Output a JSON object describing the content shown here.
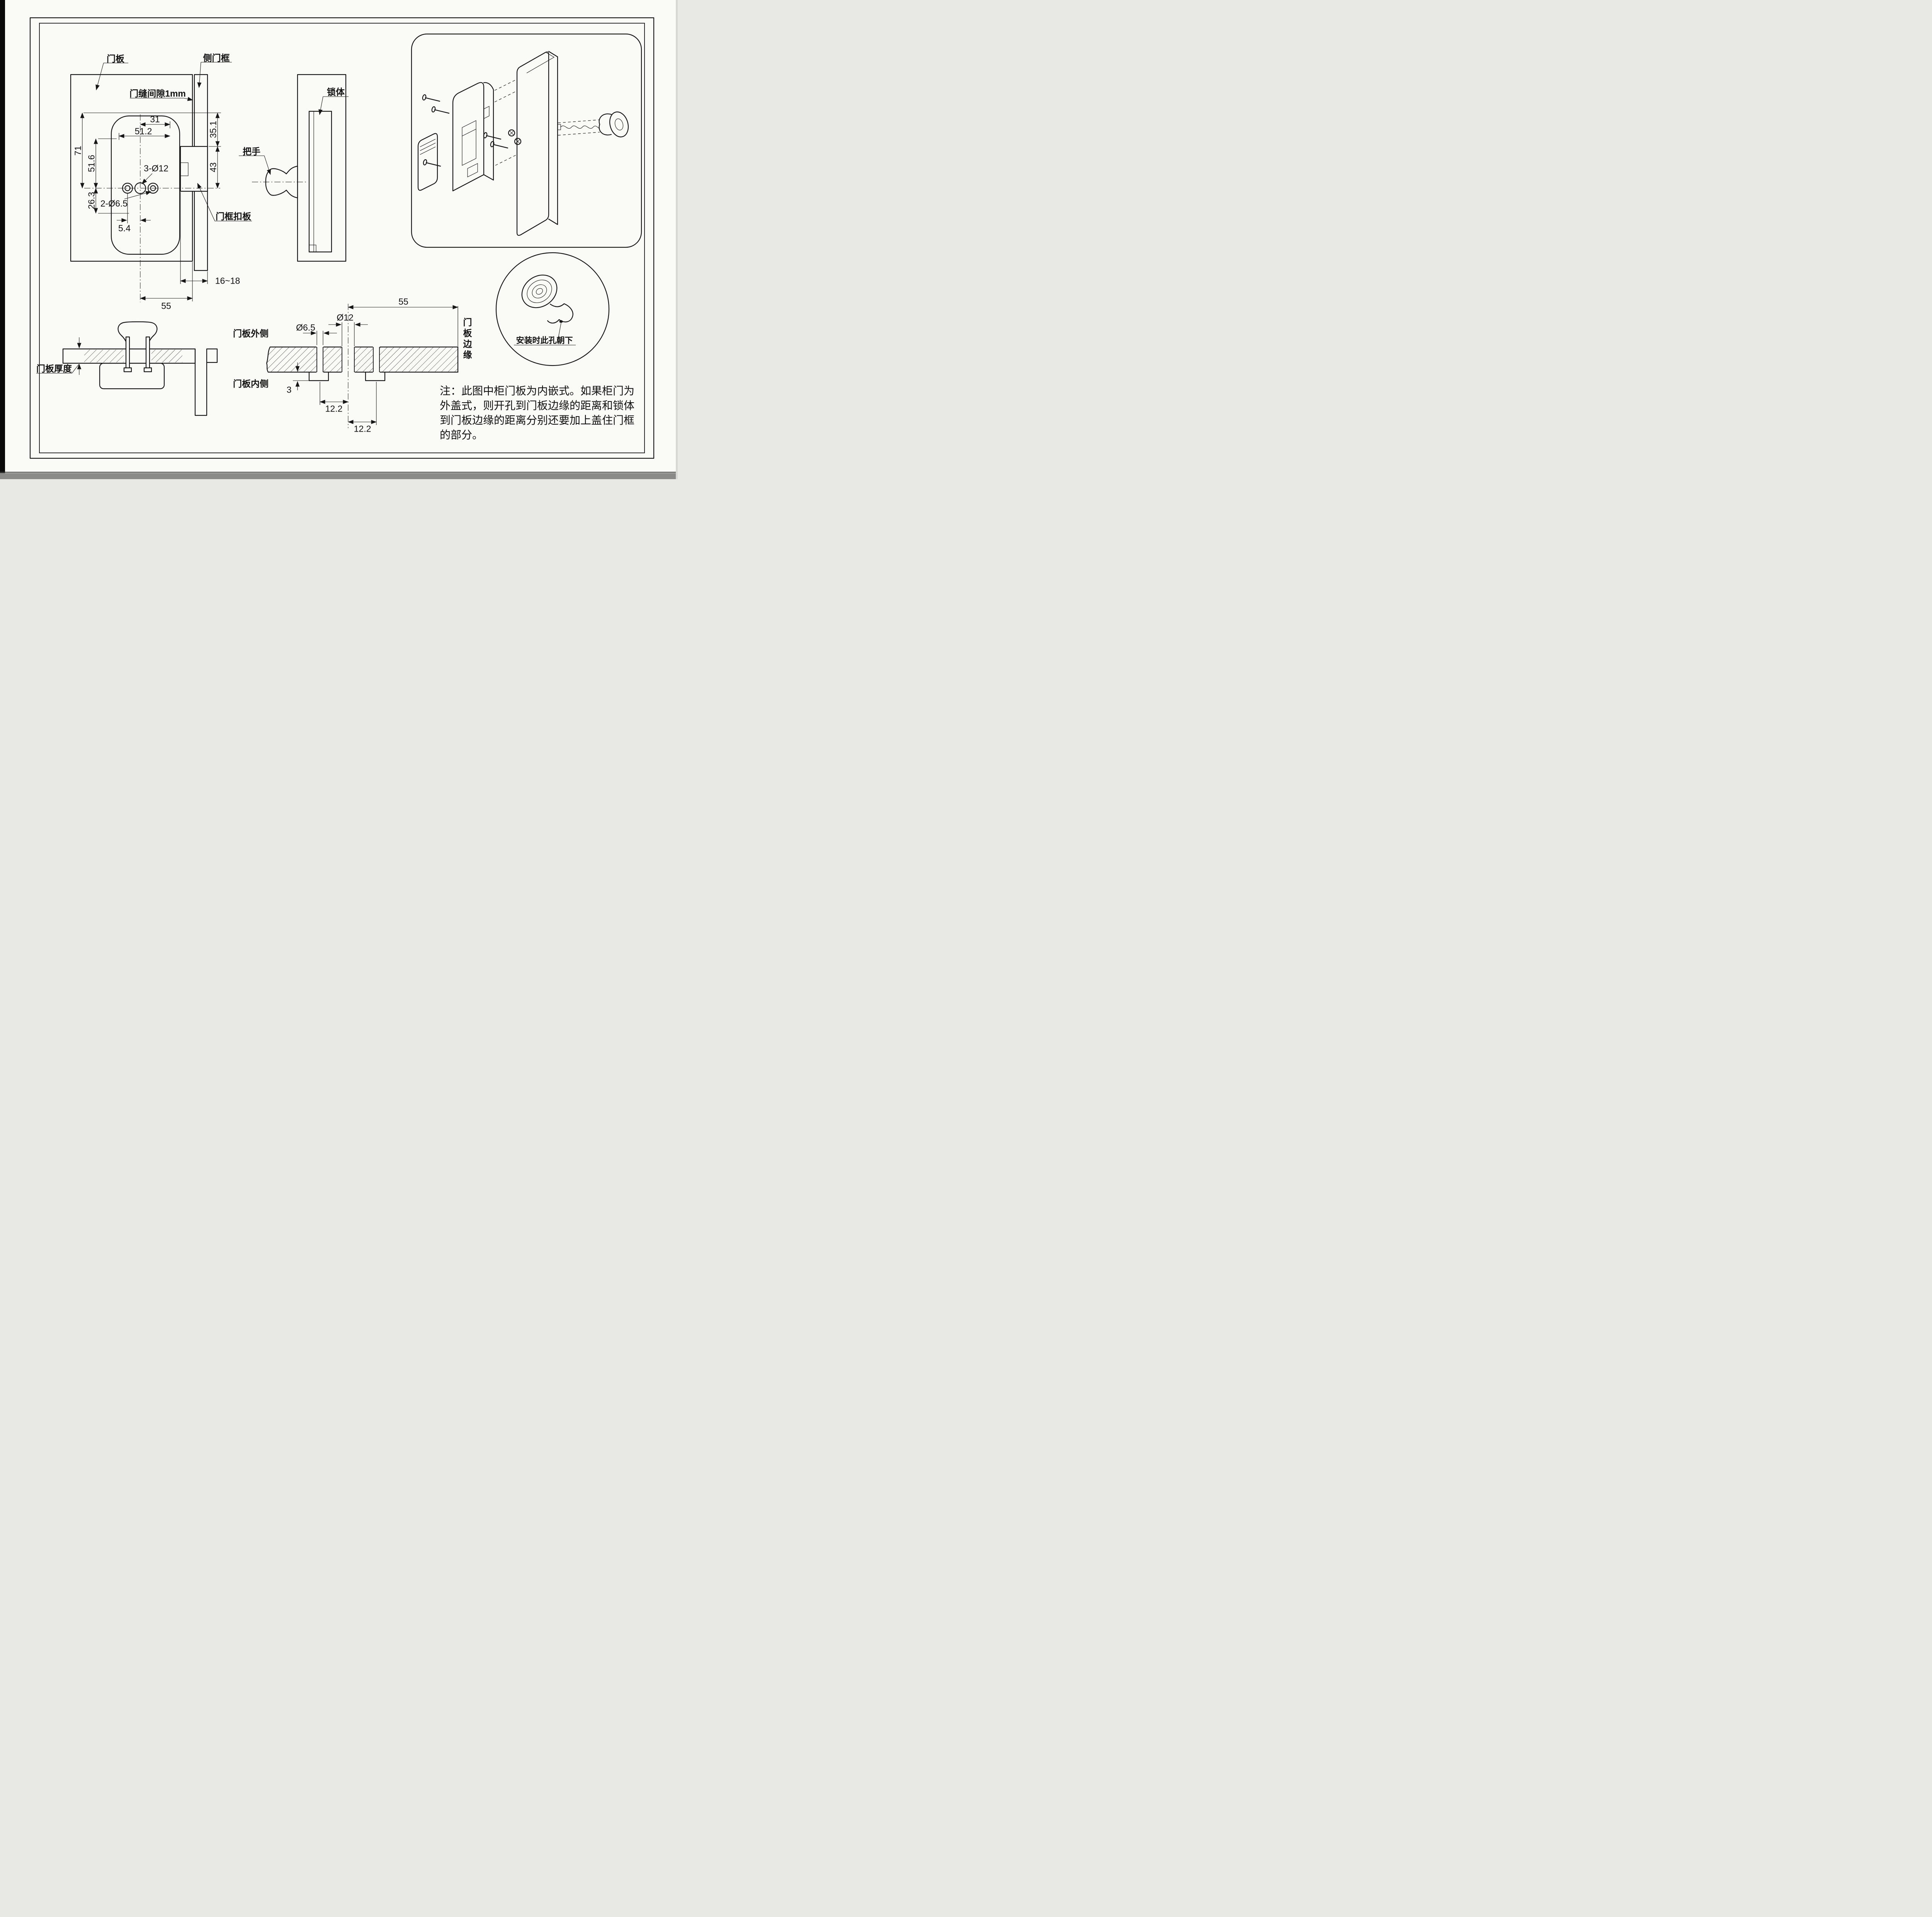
{
  "drawing": {
    "front_view": {
      "label_door_panel": "门板",
      "label_side_frame": "侧门框",
      "label_gap": "门缝间隙1mm",
      "label_catch_plate": "门框扣板",
      "dim_31": "31",
      "dim_51_2": "51.2",
      "dim_71": "71",
      "dim_51_6": "51.6",
      "dim_35_1": "35.1",
      "dim_43": "43",
      "dim_3_holes": "3-Ø12",
      "dim_2_holes": "2-Ø6.5",
      "dim_26_3": "26.3",
      "dim_5_4": "5.4",
      "dim_16_18": "16~18",
      "dim_55": "55"
    },
    "side_section": {
      "label_lock_body": "锁体",
      "label_handle": "把手"
    },
    "knob_section": {
      "label_panel_thickness": "门板厚度"
    },
    "hole_section": {
      "label_panel_outer": "门板外侧",
      "label_panel_inner": "门板内侧",
      "label_panel_edge": "门板边缘",
      "dim_d6_5": "Ø6.5",
      "dim_d12": "Ø12",
      "dim_55": "55",
      "dim_12_2_a": "12.2",
      "dim_12_2_b": "12.2",
      "dim_3": "3"
    },
    "detail_circle": {
      "label_hole_down": "安装时此孔朝下"
    },
    "note": {
      "line1": "注：此图中柜门板为内嵌式。如果柜门为",
      "line2": "外盖式，则开孔到门板边缘的距离和锁体",
      "line3": "到门板边缘的距离分别还要加上盖住门框",
      "line4": "的部分。"
    }
  }
}
